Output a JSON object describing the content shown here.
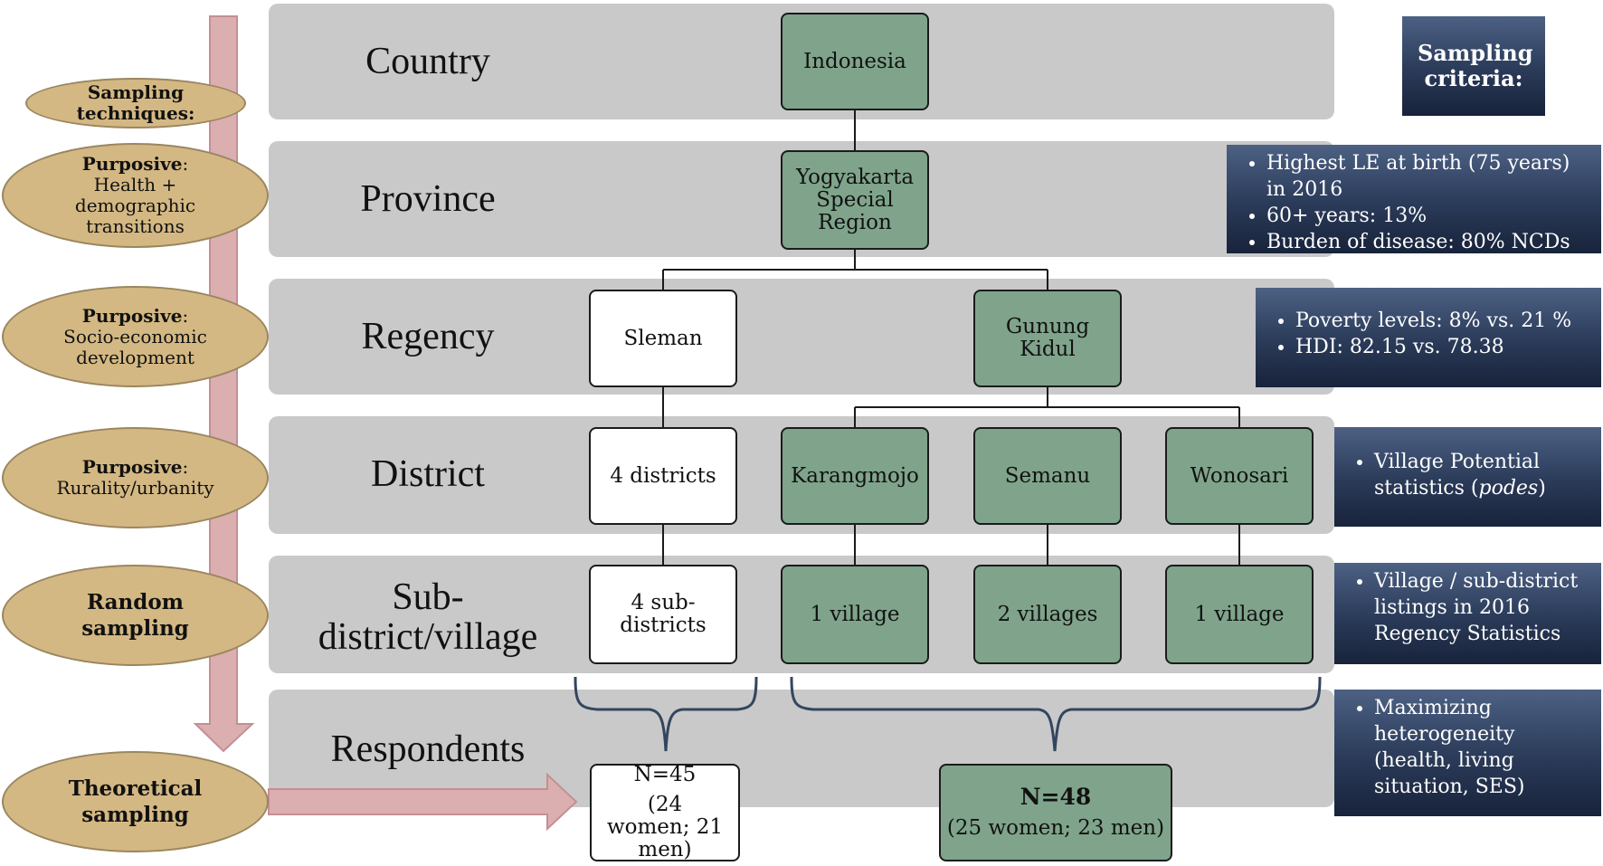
{
  "levels": {
    "country": "Country",
    "province": "Province",
    "regency": "Regency",
    "district": "District",
    "subdistrict_line1": "Sub-",
    "subdistrict_line2": "district/village",
    "respondents": "Respondents"
  },
  "nodes": {
    "indonesia": "Indonesia",
    "yogyakarta": "Yogyakarta Special Region",
    "sleman": "Sleman",
    "gunung_kidul": "Gunung Kidul",
    "four_districts": "4 districts",
    "karangmojo": "Karangmojo",
    "semanu": "Semanu",
    "wonosari": "Wonosari",
    "four_subdistricts": "4 sub-districts",
    "karangmojo_village": "1 village",
    "semanu_villages": "2 villages",
    "wonosari_village": "1 village",
    "n45_title": "N=45",
    "n45_detail": "(24 women; 21 men)",
    "n48_title": "N=48",
    "n48_detail": "(25 women; 23 men)"
  },
  "techniques": {
    "header": "Sampling techniques:",
    "purposive_label": "Purposive",
    "province_text": "Health + demographic transitions",
    "regency_text": "Socio-economic development",
    "district_text": "Rurality/urbanity",
    "random": "Random sampling",
    "theoretical": "Theoretical sampling"
  },
  "criteria": {
    "header": "Sampling criteria:",
    "province": [
      "Highest LE at birth (75 years) in 2016",
      "60+ years: 13%",
      "Burden of disease: 80% NCDs"
    ],
    "regency": [
      "Poverty levels: 8% vs. 21 %",
      "HDI: 82.15 vs. 78.38"
    ],
    "district_pre": "Village Potential statistics (",
    "district_em": "podes",
    "district_post": ")",
    "subdistrict": [
      "Village / sub-district listings in 2016 Regency Statistics"
    ],
    "respondents": [
      "Maximizing heterogeneity (health, living situation, SES)"
    ]
  },
  "colors": {
    "band": "#c9c9c9",
    "node_green": "#7fa48b",
    "oval": "#d4b883",
    "arrow": "#dbaeb0",
    "criteria_navy": "#2a3a58"
  }
}
